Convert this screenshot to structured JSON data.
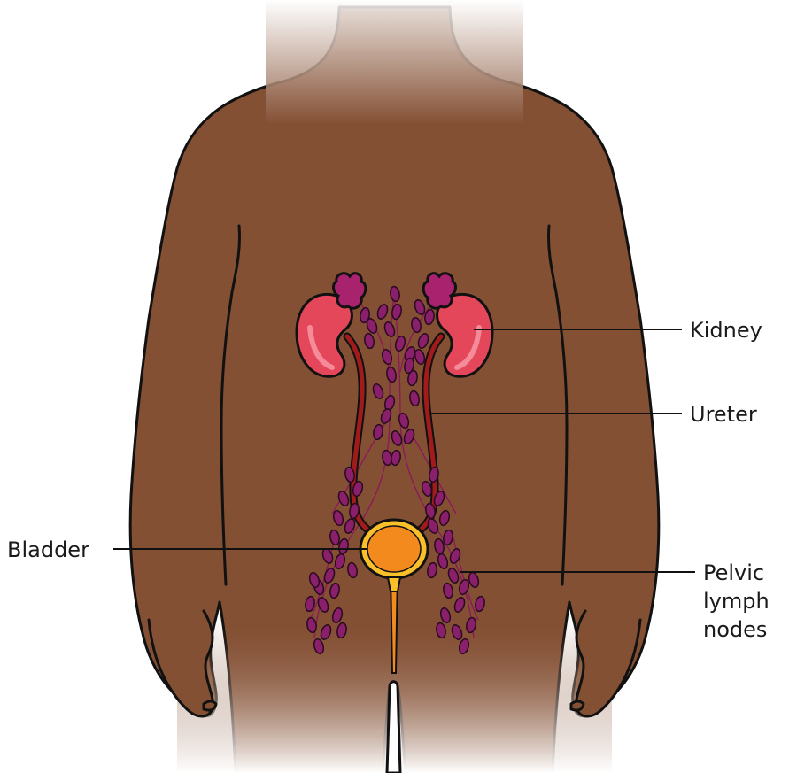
{
  "labels": {
    "kidney": "Kidney",
    "ureter": "Ureter",
    "bladder": "Bladder",
    "pelvic_line1": "Pelvic",
    "pelvic_line2": "lymph",
    "pelvic_line3": "nodes"
  },
  "colors": {
    "skin": "#845034",
    "kidney": "#e4475a",
    "adrenal": "#a8226d",
    "ureter": "#a11b1b",
    "bladder": "#f28a1e",
    "lymph_node": "#8a1f6b"
  }
}
